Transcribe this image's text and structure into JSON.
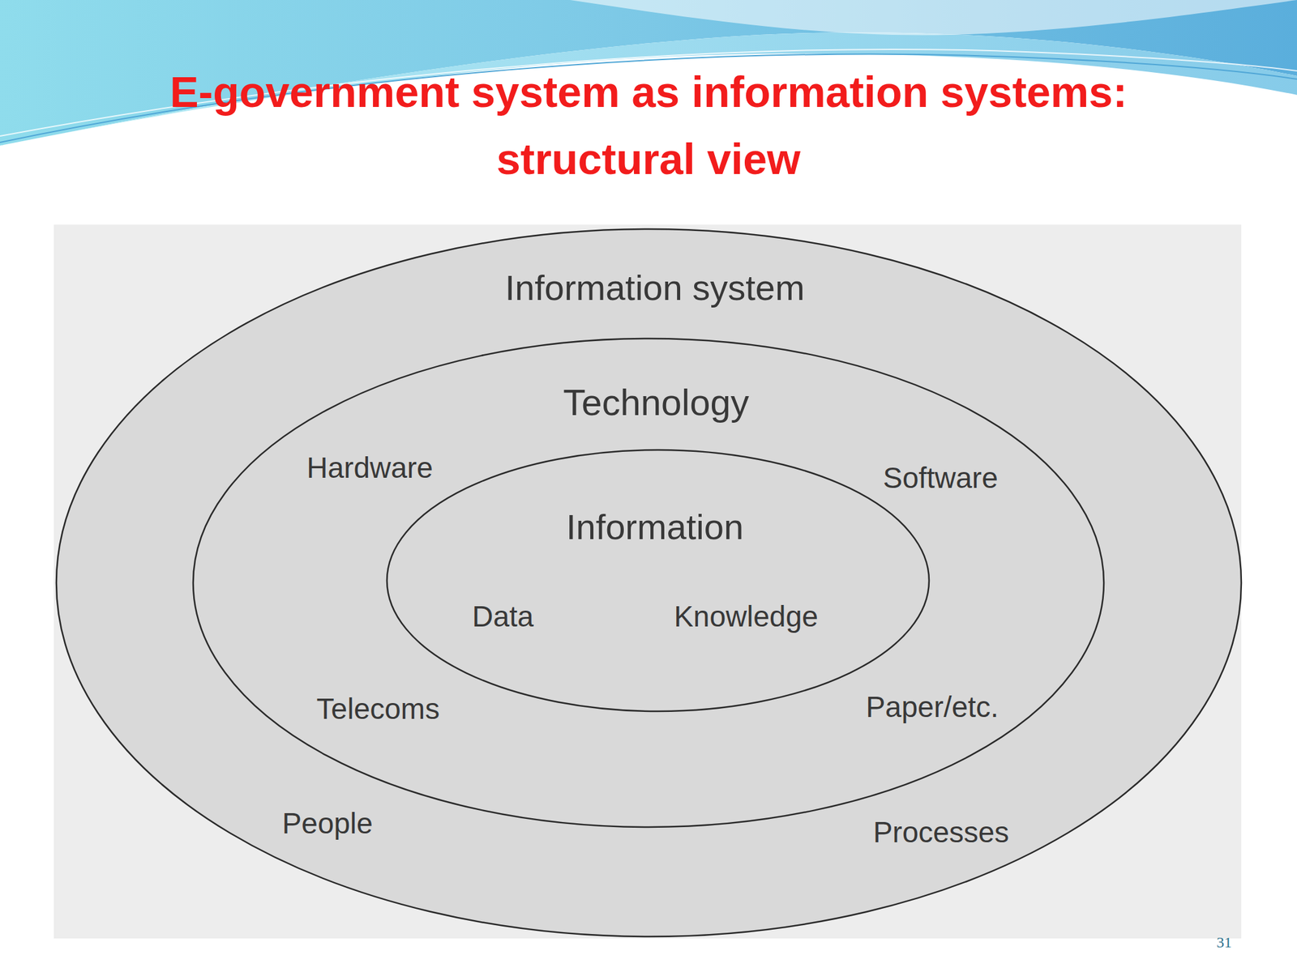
{
  "diagram": {
    "title": "E-government system as information systems: structural view",
    "nodes": [
      {
        "text": [
          "Information system",
          "People",
          "Processes"
        ]
      },
      {
        "text": [
          "Technology",
          "Hardware",
          "Software",
          "Telecoms",
          "Paper/etc."
        ],
        "in": 0
      },
      {
        "text": [
          "Information",
          "Data",
          "Knowledge"
        ],
        "in": 1
      }
    ],
    "labels": [
      "31"
    ]
  }
}
